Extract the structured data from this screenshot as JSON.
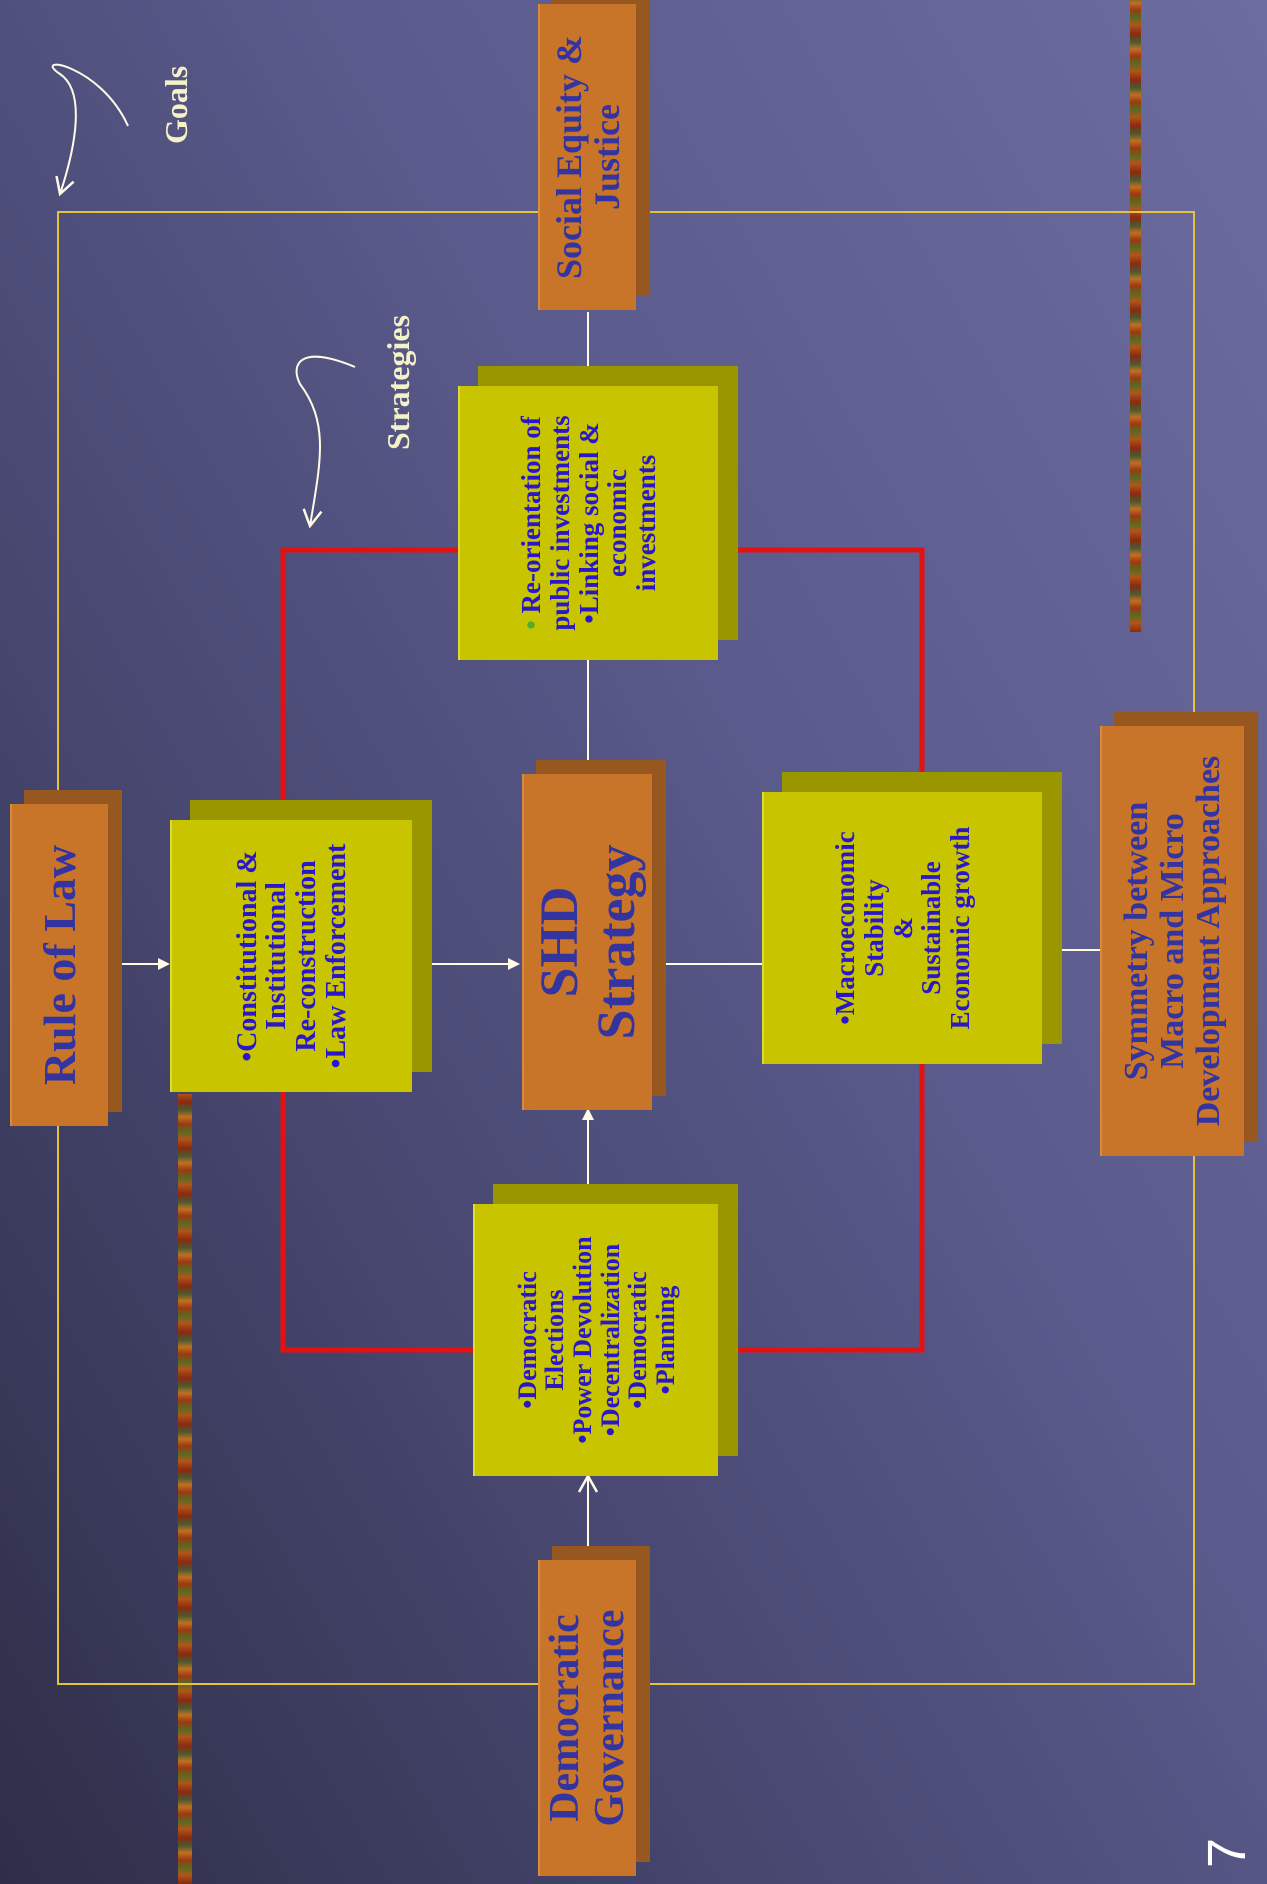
{
  "slide_number": "7",
  "annotations": {
    "goals": "Goals",
    "strategies": "Strategies"
  },
  "center": {
    "line1": "SHD",
    "line2": "Strategy"
  },
  "goals": {
    "rule_of_law": "Rule of Law",
    "social_equity_line1": "Social Equity &",
    "social_equity_line2": "Justice",
    "symmetry_line1": "Symmetry between",
    "symmetry_line2": "Macro  and Micro",
    "symmetry_line3": "Development Approaches",
    "democratic_line1": "Democratic",
    "democratic_line2": "Governance"
  },
  "strategies": {
    "constitutional": [
      "•Constitutional &",
      "Institutional",
      "Re-construction",
      "•Law Enforcement"
    ],
    "public_investment": {
      "bullet": "•",
      "lines": [
        " Re-orientation of",
        "public investments",
        "•Linking social  &",
        "economic",
        "investments"
      ]
    },
    "macroeconomic": [
      "•Macroeconomic",
      "Stability",
      "&",
      "Sustainable",
      "Economic growth"
    ],
    "democratic_processes": [
      "•Democratic",
      "Elections",
      "•Power Devolution",
      "•Decentralization",
      "•Democratic",
      "•Planning"
    ]
  },
  "colors": {
    "goal_box": "#c8752a",
    "strategy_box": "#c8c400",
    "red_connector": "#e51010",
    "gold_frame": "#e6c23a",
    "arrows": "#fffbe6"
  }
}
